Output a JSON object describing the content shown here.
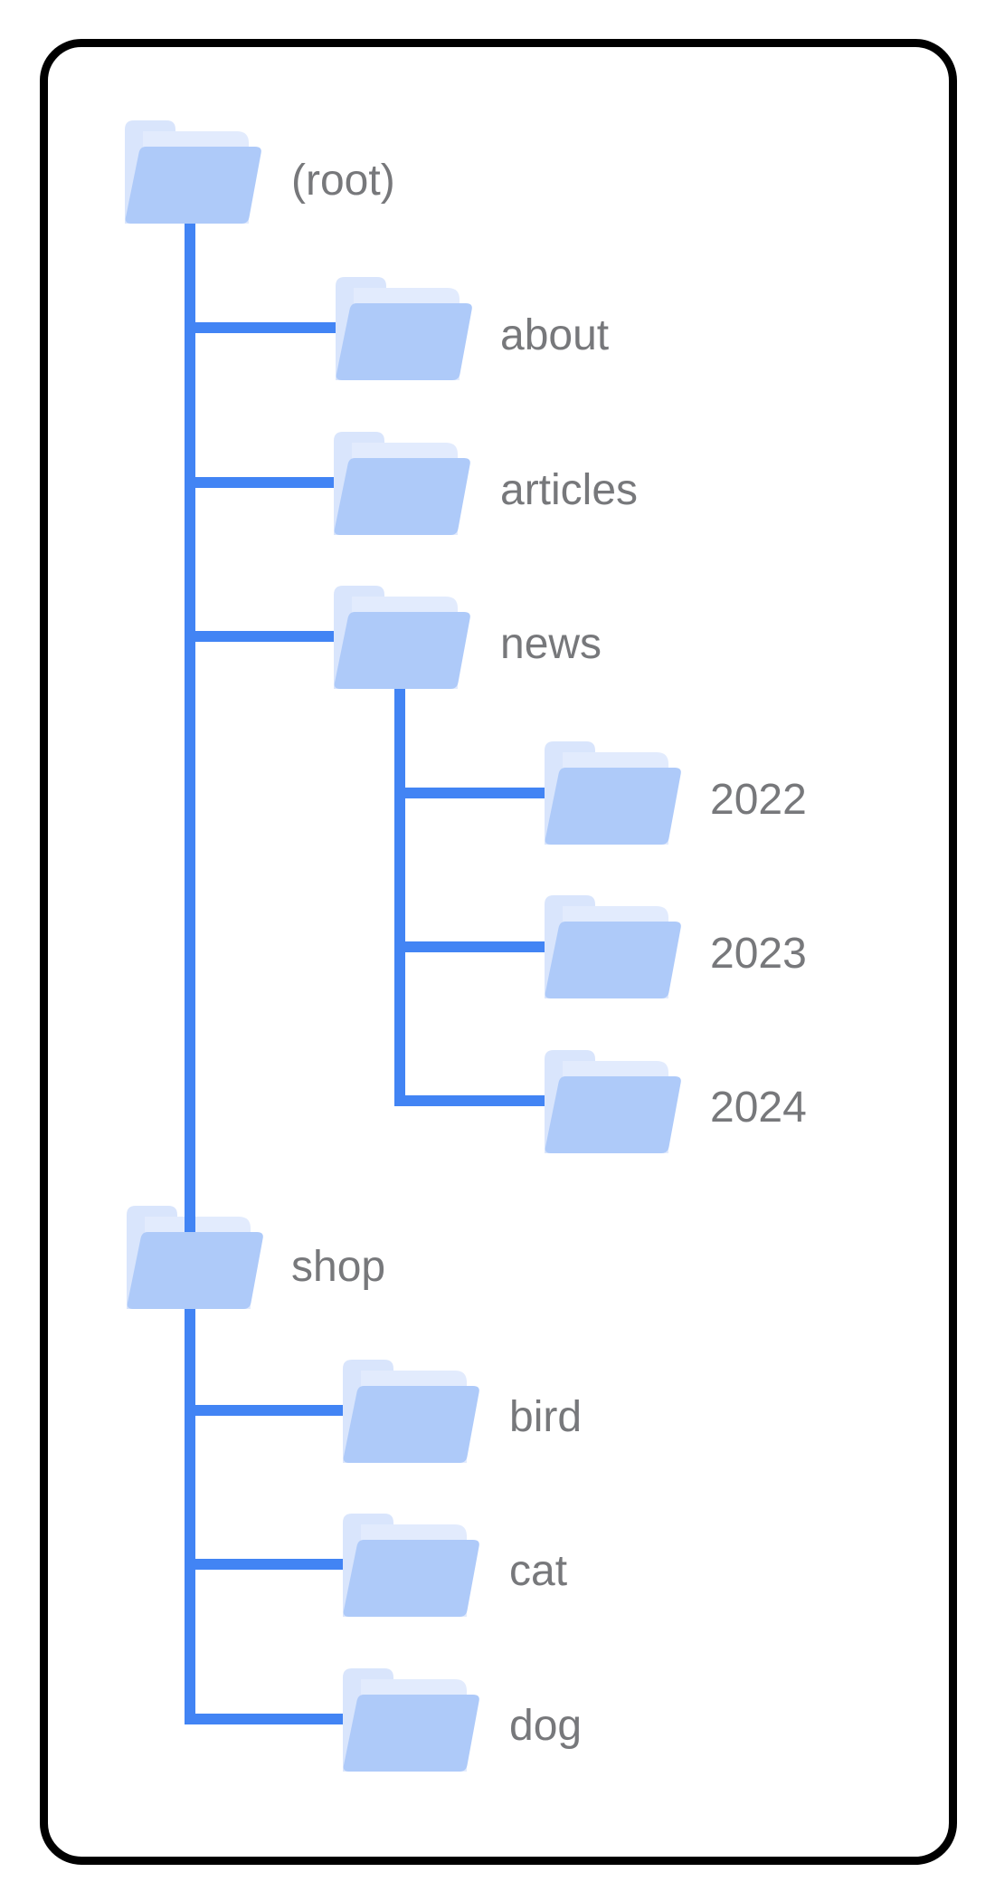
{
  "tree": {
    "nodes": [
      {
        "label": "(root)",
        "parent": null
      },
      {
        "label": "about",
        "parent": "(root)"
      },
      {
        "label": "articles",
        "parent": "(root)"
      },
      {
        "label": "news",
        "parent": "(root)"
      },
      {
        "label": "2022",
        "parent": "news"
      },
      {
        "label": "2023",
        "parent": "news"
      },
      {
        "label": "2024",
        "parent": "news"
      },
      {
        "label": "shop",
        "parent": "(root)"
      },
      {
        "label": "bird",
        "parent": "shop"
      },
      {
        "label": "cat",
        "parent": "shop"
      },
      {
        "label": "dog",
        "parent": "shop"
      }
    ]
  },
  "colors": {
    "connector": "#4284f4",
    "folder_front": "#aecaf9",
    "folder_back": "#d9e5fc",
    "folder_sheet": "#e2ebfd",
    "label_text": "#77787b",
    "frame_border": "#000000"
  }
}
